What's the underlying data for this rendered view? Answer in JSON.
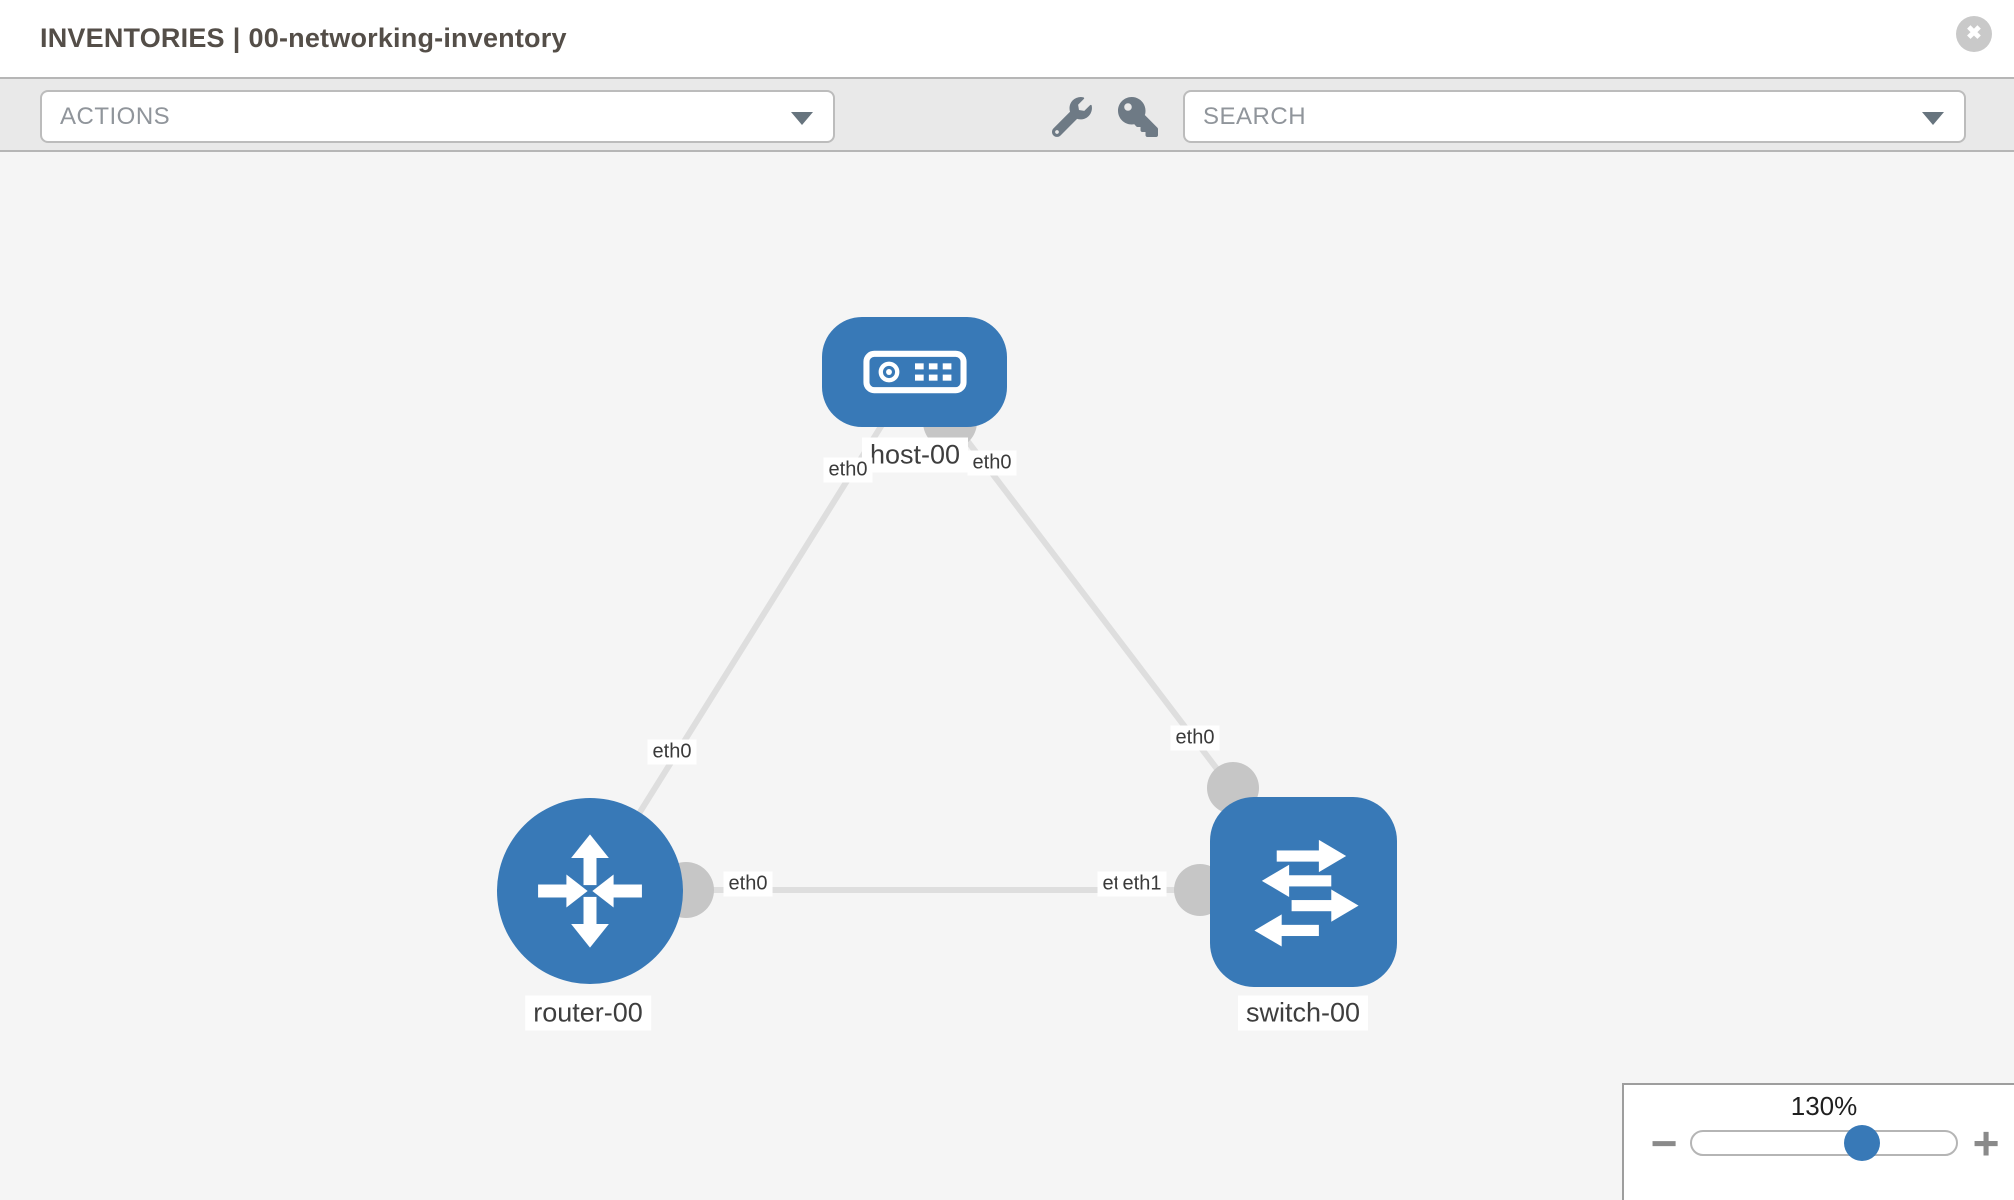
{
  "header": {
    "title_primary": "INVENTORIES",
    "title_separator": "|",
    "title_secondary": "00-networking-inventory",
    "close_label": "✖"
  },
  "toolbar": {
    "actions_label": "ACTIONS",
    "search_label": "SEARCH",
    "icons": [
      "wrench-icon",
      "key-icon"
    ]
  },
  "topology": {
    "nodes": [
      {
        "id": "host-00",
        "type": "host",
        "label": "host-00",
        "icon": "host-icon"
      },
      {
        "id": "router-00",
        "type": "router",
        "label": "router-00",
        "icon": "router-icon"
      },
      {
        "id": "switch-00",
        "type": "switch",
        "label": "switch-00",
        "icon": "switch-icon"
      }
    ],
    "links": [
      {
        "from": "host-00",
        "from_interface": "eth0",
        "to": "router-00",
        "to_interface": "eth0"
      },
      {
        "from": "host-00",
        "from_interface": "eth0",
        "to": "switch-00",
        "to_interface": "eth0"
      },
      {
        "from": "router-00",
        "from_interface": "eth0",
        "to": "switch-00",
        "to_interface": "eth1"
      }
    ],
    "iface_labels": [
      {
        "id": "host-side-to-router",
        "text": "eth0"
      },
      {
        "id": "host-side-to-switch",
        "text": "eth0"
      },
      {
        "id": "router-side-to-host",
        "text": "eth0"
      },
      {
        "id": "switch-side-to-host",
        "text": "eth0"
      },
      {
        "id": "router-side-to-switch",
        "text": "eth0"
      },
      {
        "id": "switch-underlying",
        "text": "eth0"
      },
      {
        "id": "switch-side-to-router",
        "text": "eth1"
      }
    ]
  },
  "zoom_control": {
    "level": "130%",
    "minus_label": "−",
    "plus_label": "+"
  },
  "colors": {
    "node_blue": "#3879b7",
    "link_gray": "#dedede",
    "dot_gray": "#c6c6c6",
    "toolbar_bg": "#e9e9e9",
    "canvas_bg": "#f5f5f5",
    "icon_gray": "#6e7a85"
  }
}
